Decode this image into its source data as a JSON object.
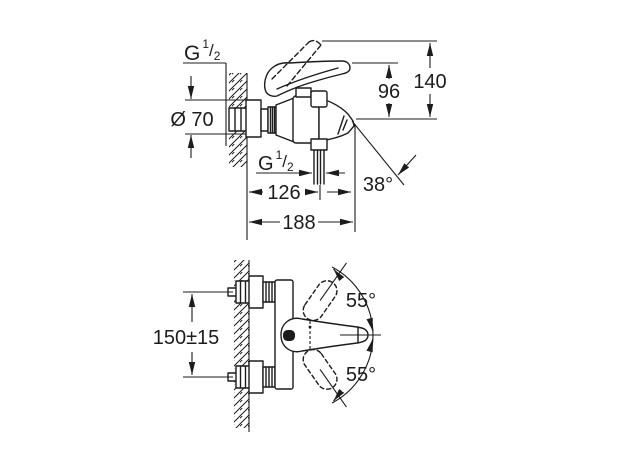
{
  "page": {
    "background": "#ffffff",
    "line_color": "#1c1c1c"
  },
  "side_view": {
    "wall_thread": {
      "letter": "G",
      "numerator": "1",
      "slash": "/",
      "denominator": "2"
    },
    "flange_diameter_label": "Ø 70",
    "overall_height_label": "140",
    "handle_height_label": "96",
    "shower_outlet_thread": {
      "letter": "G",
      "numerator": "1",
      "slash": "/",
      "denominator": "2"
    },
    "shower_outlet_depth_label": "126",
    "spout_angle_label": "38°",
    "overall_depth_label": "188"
  },
  "plan_view": {
    "pipe_spacing_label": "150±15",
    "handle_swing_upper_label": "55°",
    "handle_swing_lower_label": "55°"
  }
}
